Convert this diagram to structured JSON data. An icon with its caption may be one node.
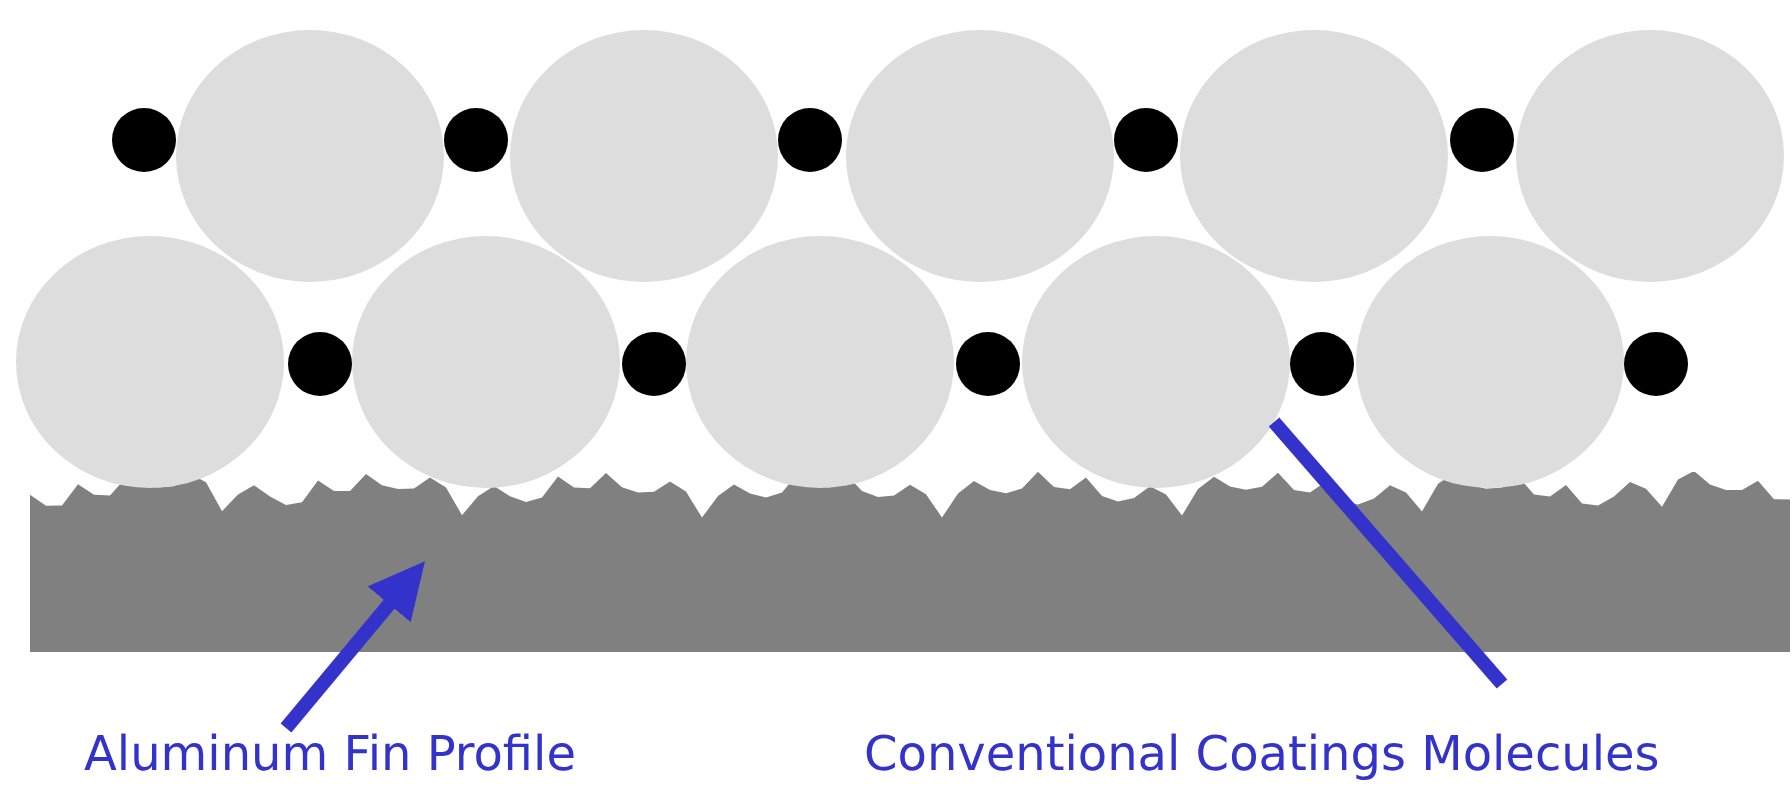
{
  "diagram": {
    "nodes": [
      {
        "text": [
          "Aluminum Fin Profile"
        ]
      },
      {
        "text": [],
        "shape": "box"
      },
      {
        "text": [
          "Conventional Coatings Molecules"
        ]
      },
      {
        "text": [],
        "shape": "circle"
      },
      {
        "text": [],
        "shape": "circle"
      },
      {
        "text": [],
        "shape": "circle"
      },
      {
        "text": [],
        "shape": "circle"
      },
      {
        "text": [],
        "shape": "circle"
      },
      {
        "text": [],
        "shape": "circle"
      },
      {
        "text": [],
        "shape": "circle"
      },
      {
        "text": [],
        "shape": "circle"
      },
      {
        "text": [],
        "shape": "circle"
      },
      {
        "text": [],
        "shape": "circle"
      }
    ],
    "edges": [
      {
        "from": 0,
        "to": 1,
        "arrow": "to"
      },
      {
        "from": 2,
        "to": 11,
        "arrow": "none"
      }
    ]
  }
}
